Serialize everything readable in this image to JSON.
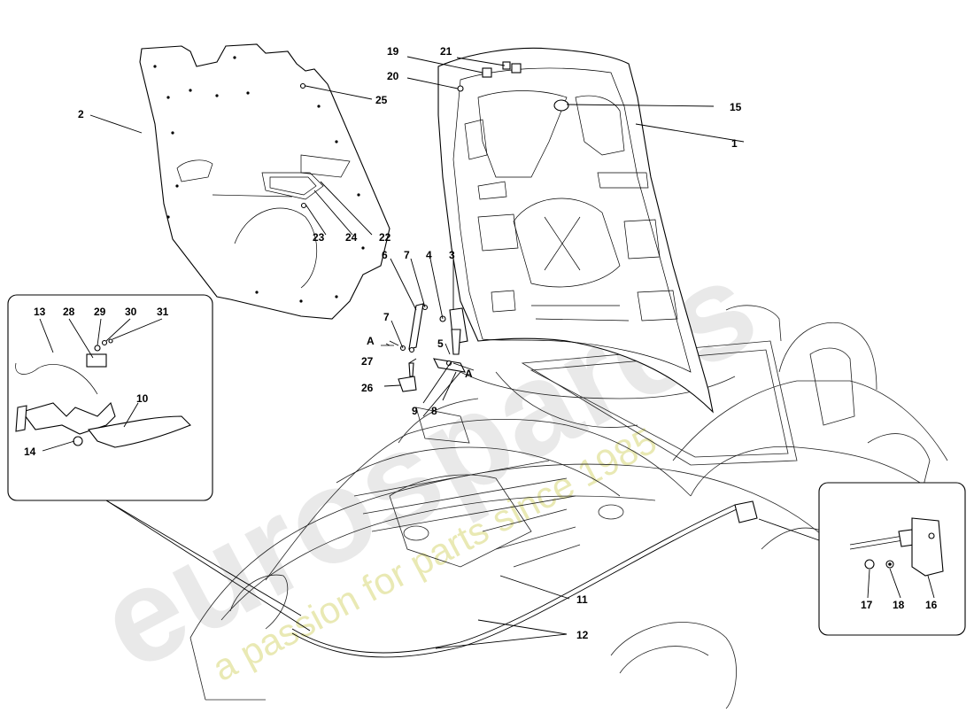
{
  "watermark": {
    "brand": "eurospares",
    "tagline": "a passion for parts since 1985"
  },
  "callouts": [
    {
      "id": "c1",
      "label": "1"
    },
    {
      "id": "c2",
      "label": "2"
    },
    {
      "id": "c3",
      "label": "3"
    },
    {
      "id": "c4",
      "label": "4"
    },
    {
      "id": "c5",
      "label": "5"
    },
    {
      "id": "c6",
      "label": "6"
    },
    {
      "id": "c7a",
      "label": "7"
    },
    {
      "id": "c7b",
      "label": "7"
    },
    {
      "id": "c8",
      "label": "8"
    },
    {
      "id": "c9",
      "label": "9"
    },
    {
      "id": "c10",
      "label": "10"
    },
    {
      "id": "c11",
      "label": "11"
    },
    {
      "id": "c12",
      "label": "12"
    },
    {
      "id": "c13",
      "label": "13"
    },
    {
      "id": "c14",
      "label": "14"
    },
    {
      "id": "c15",
      "label": "15"
    },
    {
      "id": "c16",
      "label": "16"
    },
    {
      "id": "c17",
      "label": "17"
    },
    {
      "id": "c18",
      "label": "18"
    },
    {
      "id": "c19",
      "label": "19"
    },
    {
      "id": "c20",
      "label": "20"
    },
    {
      "id": "c21",
      "label": "21"
    },
    {
      "id": "c22",
      "label": "22"
    },
    {
      "id": "c23",
      "label": "23"
    },
    {
      "id": "c24",
      "label": "24"
    },
    {
      "id": "c25",
      "label": "25"
    },
    {
      "id": "c26",
      "label": "26"
    },
    {
      "id": "c27",
      "label": "27"
    },
    {
      "id": "c28",
      "label": "28"
    },
    {
      "id": "c29",
      "label": "29"
    },
    {
      "id": "c30",
      "label": "30"
    },
    {
      "id": "c31",
      "label": "31"
    },
    {
      "id": "cA1",
      "label": "A"
    },
    {
      "id": "cA2",
      "label": "A"
    }
  ]
}
